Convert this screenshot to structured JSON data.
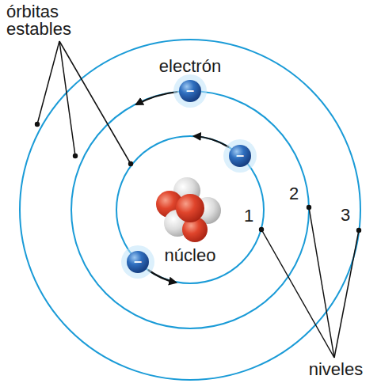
{
  "diagram": {
    "nodes": [
      {
        "text": [
          "–"
        ]
      },
      {
        "text": [
          "–"
        ]
      },
      {
        "text": [
          "–"
        ]
      }
    ],
    "labels": [
      "órbitas estables",
      "electrón",
      "1",
      "2",
      "3",
      "núcleo",
      "niveles"
    ]
  }
}
